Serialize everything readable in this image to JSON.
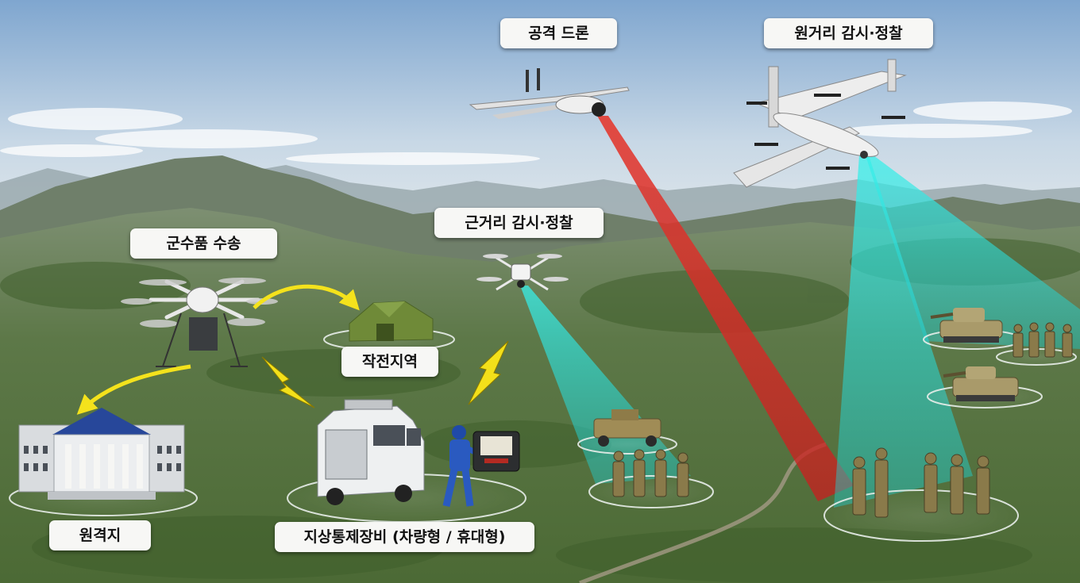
{
  "labels": {
    "attack_drone": "공격 드론",
    "long_range_recon": "원거리 감시·정찰",
    "short_range_recon": "근거리 감시·정찰",
    "supply_transport": "군수품 수송",
    "operation_area": "작전지역",
    "remote_site": "원격지",
    "ground_control": "지상통제장비 (차량형 / 휴대형)"
  },
  "colors": {
    "sky_top": "#8fb3d6",
    "sky_horizon": "#dbe6ee",
    "terrain": "#5f7a44",
    "attack_beam": "#e02828",
    "recon_beam": "#2ee6e0",
    "arrow": "#f4e21c",
    "label_bg": "#f7f7f5"
  },
  "icons": [
    "attack-drone-icon",
    "vtol-recon-drone-icon",
    "quadcopter-recon-drone-icon",
    "cargo-hexacopter-icon",
    "tent-icon",
    "building-icon",
    "control-van-icon",
    "operator-icon",
    "portable-controller-icon",
    "tank-icon",
    "armored-vehicle-icon",
    "soldier-icon",
    "lightning-icon",
    "curved-arrow-icon"
  ]
}
